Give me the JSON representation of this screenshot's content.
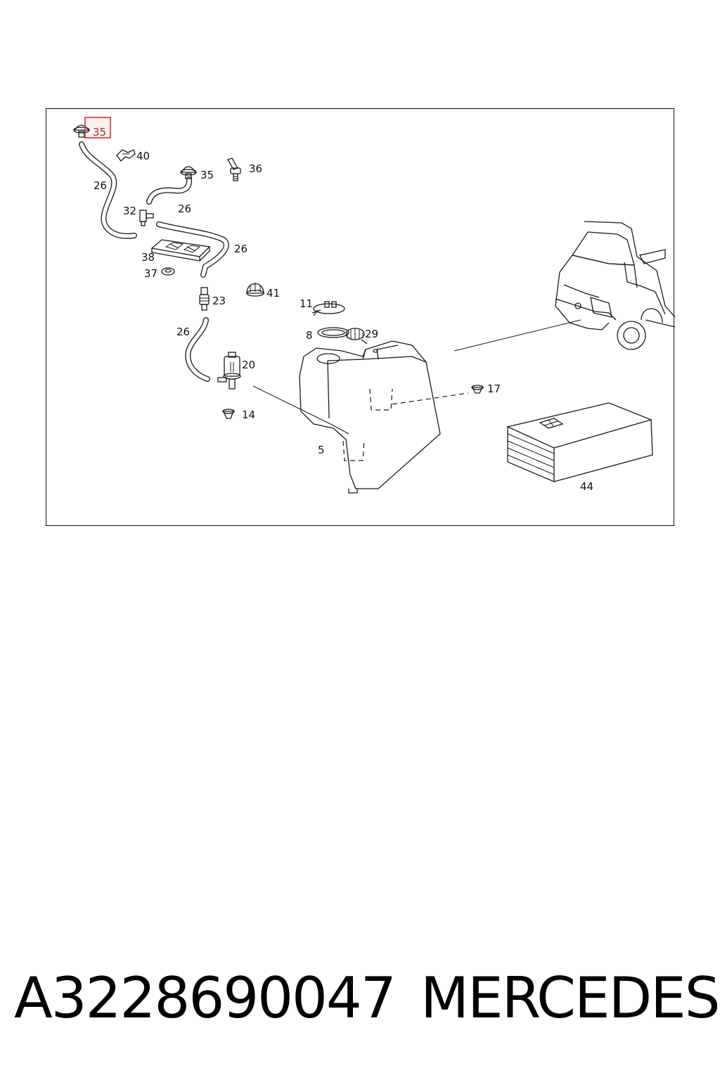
{
  "diagram": {
    "labels": {
      "l35a": "35",
      "l40": "40",
      "l36": "36",
      "l35b": "35",
      "l26a": "26",
      "l26b": "26",
      "l32": "32",
      "l26c": "26",
      "l38": "38",
      "l37": "37",
      "l41": "41",
      "l23": "23",
      "l11": "11",
      "l26d": "26",
      "l8": "8",
      "l29": "29",
      "l20": "20",
      "l17": "17",
      "l14": "14",
      "l5": "5",
      "l44": "44"
    },
    "highlighted_part": "35",
    "highlight_color": "#e03030"
  },
  "footer": {
    "part_number": "A3228690047",
    "brand": "MERCEDES"
  }
}
